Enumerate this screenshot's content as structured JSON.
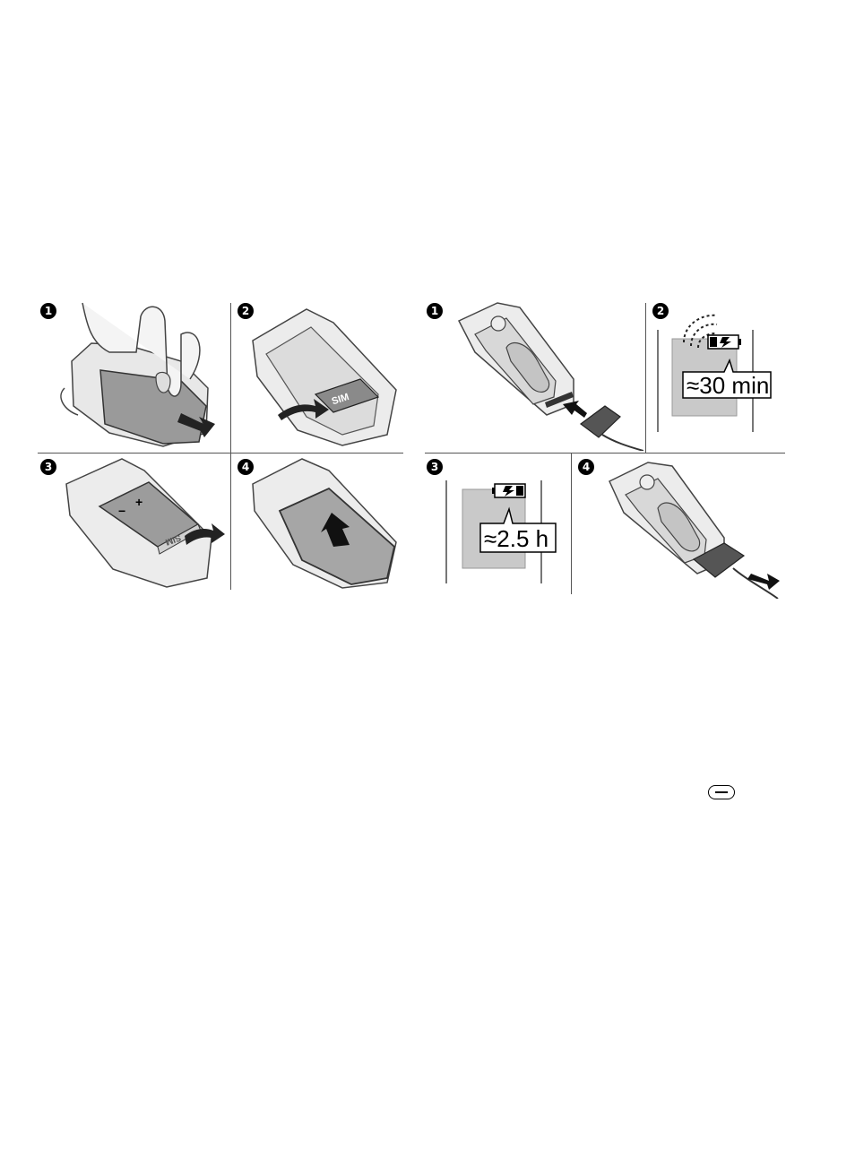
{
  "left_section": {
    "steps": [
      {
        "marker": "1"
      },
      {
        "marker": "2",
        "sim_label": "SIM"
      },
      {
        "marker": "3",
        "battery_plus": "+",
        "battery_minus": "−",
        "sim_label": "SIM"
      },
      {
        "marker": "4"
      }
    ]
  },
  "right_section": {
    "steps": [
      {
        "marker": "1"
      },
      {
        "marker": "2",
        "callout": "≈30 min"
      },
      {
        "marker": "3",
        "callout": "≈2.5 h"
      },
      {
        "marker": "4"
      }
    ]
  },
  "icons": {
    "softkey": "softkey-icon",
    "battery_charging": "battery-charging-icon"
  }
}
